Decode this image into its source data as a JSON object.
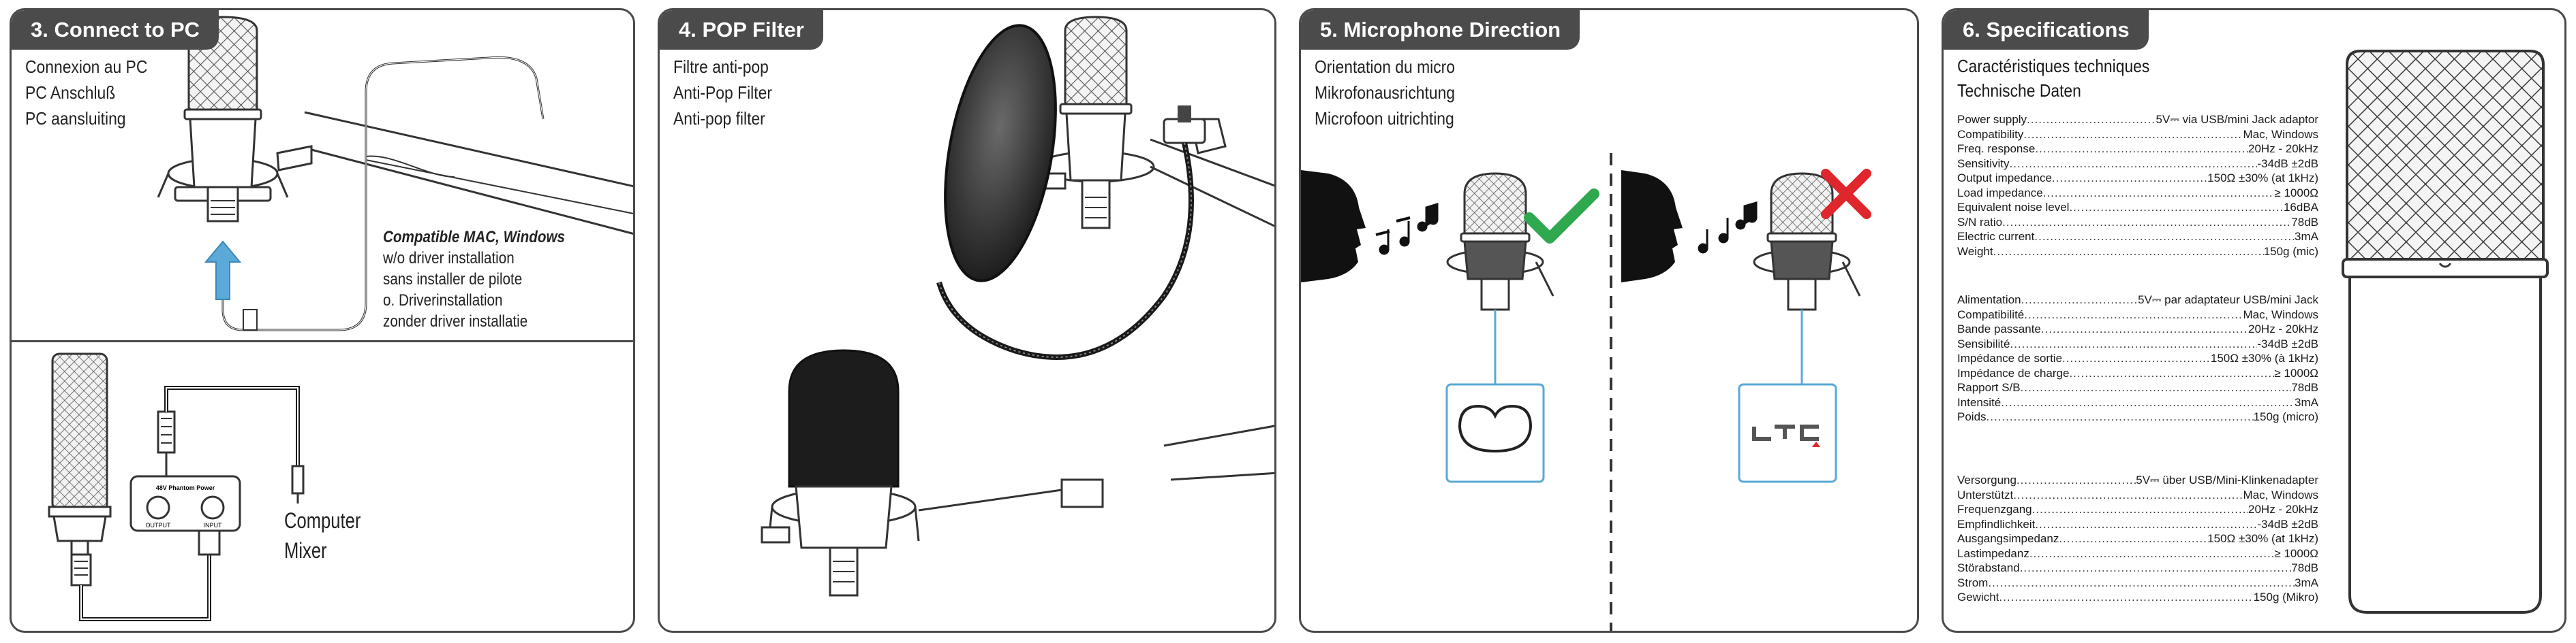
{
  "panel1": {
    "title": "3. Connect to PC",
    "lines": [
      "Connexion au PC",
      "PC Anschluß",
      "PC aansluiting"
    ],
    "compat_head": "Compatible MAC, Windows",
    "compat_lines": [
      "w/o driver installation",
      "sans installer de pilote",
      "o. Driverinstallation",
      "zonder driver installatie"
    ],
    "phantom_title": "48V Phantom Power",
    "phantom_output": "OUTPUT",
    "phantom_input": "INPUT",
    "mixer_lines": [
      "Computer",
      "Mixer"
    ]
  },
  "panel2": {
    "title": "4. POP Filter",
    "lines": [
      "Filtre anti-pop",
      "Anti-Pop Filter",
      "Anti-pop filter"
    ]
  },
  "panel3": {
    "title": "5. Microphone Direction",
    "lines": [
      "Orientation du micro",
      "Mikrofonausrichtung",
      "Microfoon uitrichting"
    ],
    "check_color": "#2fa84f",
    "cross_color": "#e0262d",
    "cable_color": "#5aa9d6"
  },
  "panel4": {
    "title": "6. Specifications",
    "lines": [
      "Caractéristiques techniques",
      "Technische Daten"
    ],
    "specs_en": [
      {
        "k": "Power supply",
        "v": "5V⎓ via USB/mini Jack adaptor"
      },
      {
        "k": "Compatibility",
        "v": "Mac, Windows"
      },
      {
        "k": "Freq. response",
        "v": "20Hz - 20kHz"
      },
      {
        "k": "Sensitivity",
        "v": "-34dB ±2dB"
      },
      {
        "k": "Output impedance",
        "v": "150Ω ±30% (at 1kHz)"
      },
      {
        "k": "Load impedance",
        "v": "≥ 1000Ω"
      },
      {
        "k": "Equivalent noise level",
        "v": "16dBA"
      },
      {
        "k": "S/N ratio",
        "v": "78dB"
      },
      {
        "k": "Electric current",
        "v": "3mA"
      },
      {
        "k": "Weight",
        "v": "150g (mic)"
      }
    ],
    "specs_fr": [
      {
        "k": "Alimentation",
        "v": "5V⎓ par adaptateur USB/mini Jack"
      },
      {
        "k": "Compatibilité",
        "v": "Mac, Windows"
      },
      {
        "k": "Bande passante",
        "v": "20Hz - 20kHz"
      },
      {
        "k": "Sensibilité",
        "v": "-34dB ±2dB"
      },
      {
        "k": "Impédance de sortie",
        "v": "150Ω ±30% (à 1kHz)"
      },
      {
        "k": "Impédance de charge",
        "v": "≥ 1000Ω"
      },
      {
        "k": "Rapport S/B",
        "v": "78dB"
      },
      {
        "k": "Intensité",
        "v": "3mA"
      },
      {
        "k": "Poids",
        "v": "150g (micro)"
      }
    ],
    "specs_de": [
      {
        "k": "Versorgung",
        "v": "5V⎓ über USB/Mini-Klinkenadapter"
      },
      {
        "k": "Unterstützt",
        "v": "Mac, Windows"
      },
      {
        "k": "Frequenzgang",
        "v": "20Hz - 20kHz"
      },
      {
        "k": "Empfindlichkeit",
        "v": "-34dB ±2dB"
      },
      {
        "k": "Ausgangsimpedanz",
        "v": "150Ω ±30% (at 1kHz)"
      },
      {
        "k": "Lastimpedanz",
        "v": "≥ 1000Ω"
      },
      {
        "k": "Störabstand",
        "v": "78dB"
      },
      {
        "k": "Strom",
        "v": "3mA"
      },
      {
        "k": "Gewicht",
        "v": "150g (Mikro)"
      }
    ]
  }
}
